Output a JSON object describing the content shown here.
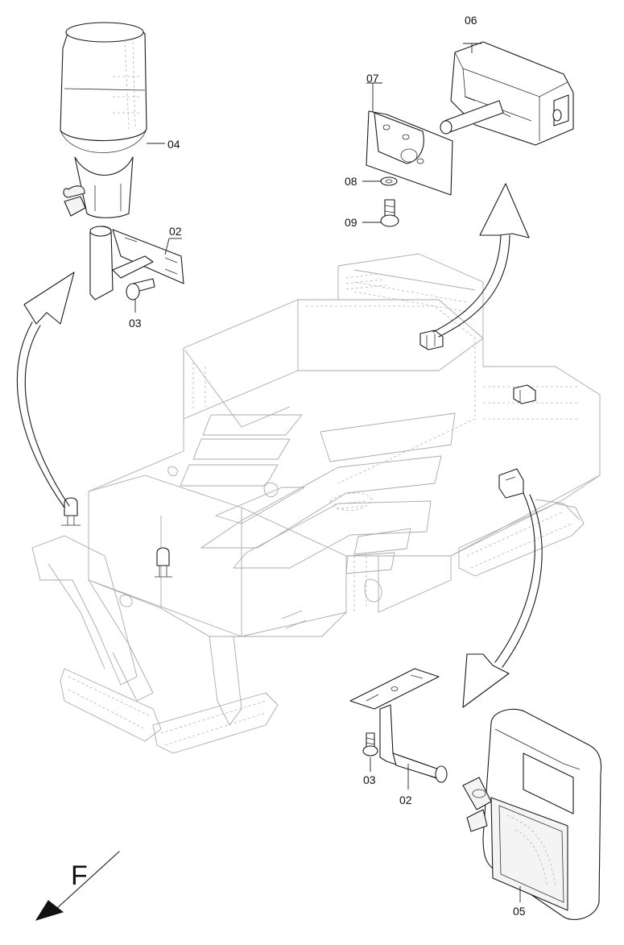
{
  "callouts": {
    "c02_top": "02",
    "c03_top": "03",
    "c04": "04",
    "c06": "06",
    "c07": "07",
    "c08": "08",
    "c09": "09",
    "c03_bottom": "03",
    "c02_bottom": "02",
    "c05": "05"
  },
  "direction": {
    "label": "F"
  }
}
